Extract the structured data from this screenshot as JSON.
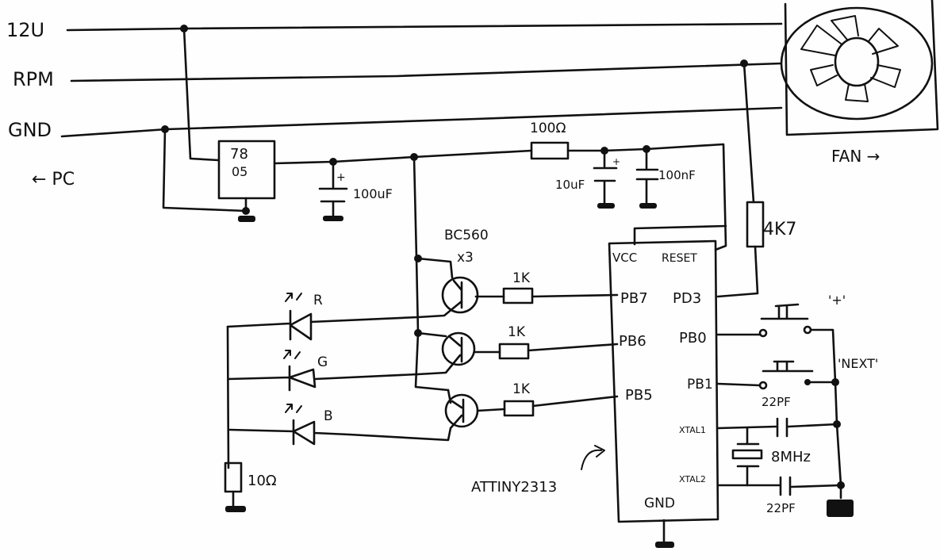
{
  "title": "Hand-drawn fan RGB controller schematic",
  "pc_connector": {
    "lines": [
      "12U",
      "RPM",
      "GND"
    ],
    "direction_label": "← PC"
  },
  "fan": {
    "label": "FAN →"
  },
  "regulator": {
    "line1": "78",
    "line2": "05"
  },
  "components": {
    "c_reg_out": "100uF",
    "r_filter": "100Ω",
    "c_10uf": "10uF",
    "c_100nf": "100nF",
    "r_pullup": "4K7",
    "transistor": "BC560",
    "transistor_count": "x3",
    "r_base": [
      "1K",
      "1K",
      "1K"
    ],
    "led_labels": [
      "R",
      "G",
      "B"
    ],
    "r_led": "10Ω",
    "c_xtal1": "22PF",
    "c_xtal2": "22PF",
    "crystal": "8MHz",
    "button_plus": "'+'",
    "button_next": "'NEXT'"
  },
  "mcu": {
    "name": "ATTINY2313",
    "pins_left": [
      "PB7",
      "PB6",
      "PB5"
    ],
    "pins_right": [
      "PD3",
      "PB0",
      "PB1",
      "XTAL1",
      "XTAL2"
    ],
    "pin_vcc": "VCC",
    "pin_reset": "RESET",
    "pin_gnd": "GND"
  }
}
